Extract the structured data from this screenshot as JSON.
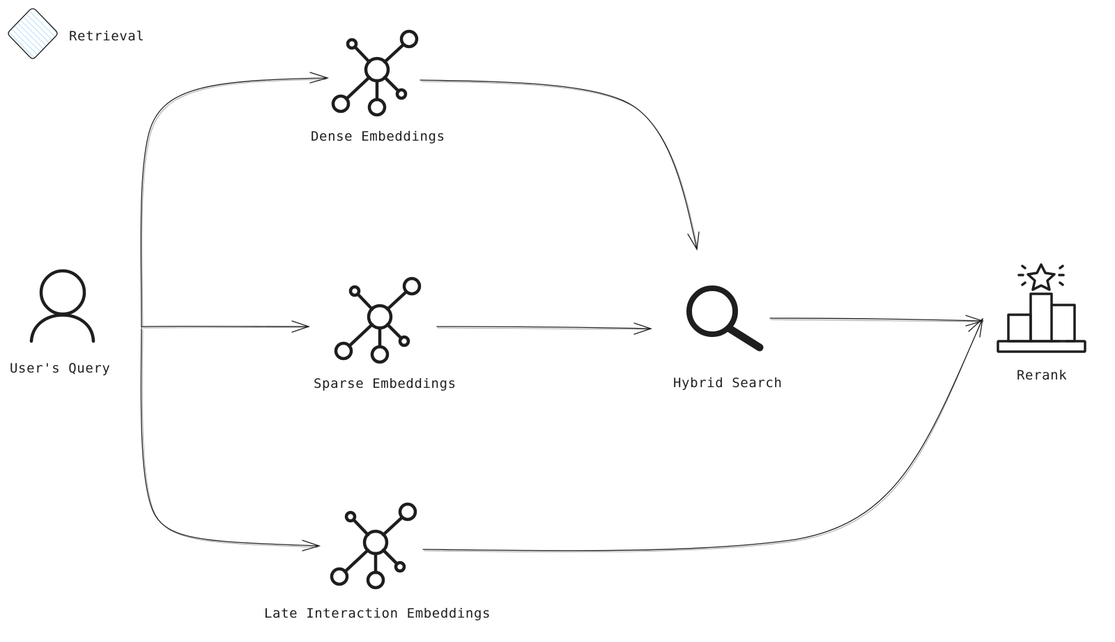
{
  "legend": {
    "label": "Retrieval",
    "swatch_color": "#a5d8ff",
    "swatch_fill": "hachure"
  },
  "nodes": {
    "query": {
      "label": "User's Query",
      "icon": "user-icon"
    },
    "dense": {
      "label": "Dense Embeddings",
      "icon": "network-icon"
    },
    "sparse": {
      "label": "Sparse Embeddings",
      "icon": "network-icon"
    },
    "late": {
      "label": "Late Interaction Embeddings",
      "icon": "network-icon"
    },
    "hybrid": {
      "label": "Hybrid Search",
      "icon": "search-icon"
    },
    "rerank": {
      "label": "Rerank",
      "icon": "podium-star-icon"
    }
  },
  "edges": [
    {
      "from": "query",
      "to": "dense"
    },
    {
      "from": "query",
      "to": "sparse"
    },
    {
      "from": "query",
      "to": "late"
    },
    {
      "from": "dense",
      "to": "hybrid"
    },
    {
      "from": "sparse",
      "to": "hybrid"
    },
    {
      "from": "hybrid",
      "to": "rerank"
    },
    {
      "from": "late",
      "to": "rerank"
    }
  ],
  "colors": {
    "stroke": "#1e1e1e",
    "background": "#ffffff",
    "legend_swatch": "#a5d8ff"
  }
}
